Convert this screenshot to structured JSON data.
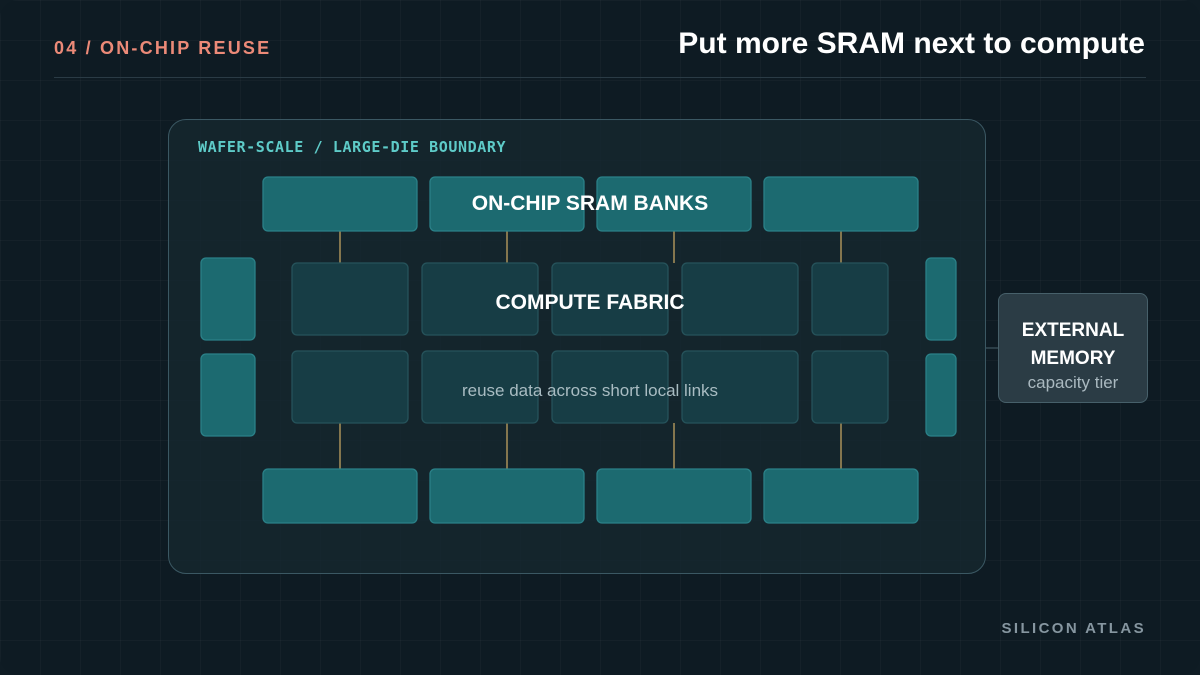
{
  "header": {
    "section_label": "04 / ON-CHIP REUSE",
    "title": "Put more SRAM next to compute"
  },
  "diagram": {
    "boundary_label": "WAFER-SCALE / LARGE-DIE BOUNDARY",
    "sram_label": "ON-CHIP SRAM BANKS",
    "compute_label": "COMPUTE FABRIC",
    "compute_sublabel": "reuse data across short local links",
    "external_memory": {
      "title": "EXTERNAL\nMEMORY",
      "subtitle": "capacity tier"
    },
    "colors": {
      "sram_fill": "#1c6a70",
      "sram_stroke": "#2b8188",
      "compute_fill": "#173d45",
      "compute_stroke": "#26535b",
      "link": "#b39a5e",
      "boundary_label": "#5ecbc8",
      "accent": "#ec8a78"
    }
  },
  "footer": {
    "brand": "SILICON ATLAS"
  }
}
